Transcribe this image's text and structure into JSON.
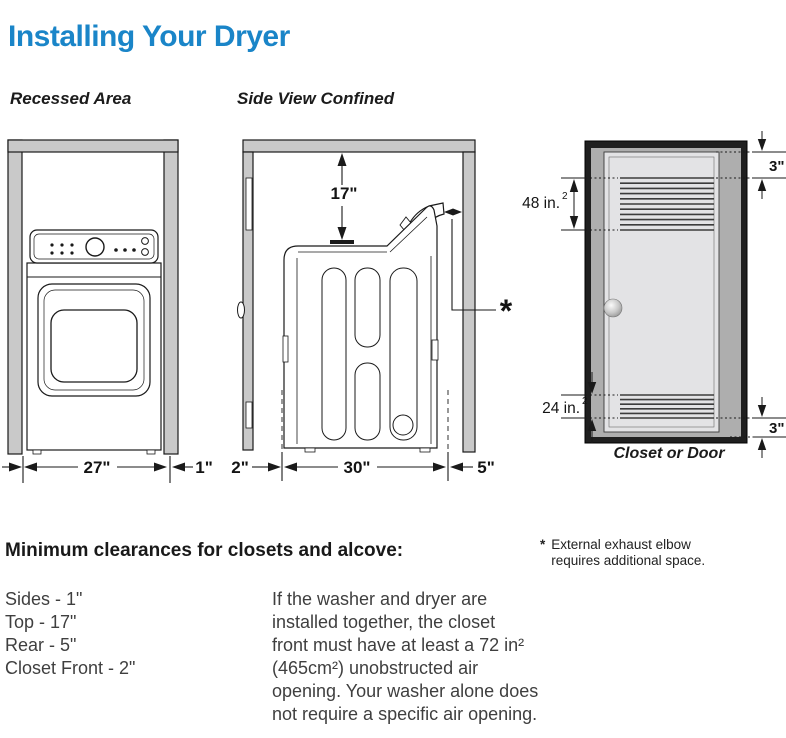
{
  "title": "Installing Your Dryer",
  "colors": {
    "accent": "#1a85c8",
    "wall_gray": "#c9c9c9",
    "door_panel": "#e3e3e5"
  },
  "sections": {
    "recessed": {
      "label": "Recessed Area",
      "dims": {
        "width": "27\"",
        "side": "1\""
      }
    },
    "side_view": {
      "label": "Side View Confined",
      "dims": {
        "top": "17\"",
        "front": "2\"",
        "depth": "30\"",
        "rear": "5\"",
        "marker": "*"
      }
    },
    "closet": {
      "caption": "Closet or Door",
      "vent_top": {
        "value": "48 in.",
        "sup": "2"
      },
      "vent_bottom": {
        "value": "24 in.",
        "sup": "2"
      },
      "dims": {
        "top_gap": "3\"",
        "bottom_gap": "3\""
      }
    }
  },
  "clearances": {
    "heading": "Minimum clearances for closets and alcove:",
    "items": [
      "Sides - 1\"",
      "Top - 17\"",
      "Rear - 5\"",
      "Closet Front - 2\""
    ],
    "note_lines": [
      "If the washer and dryer are",
      "installed together, the closet",
      "front must have at least a 72 in²",
      "(465cm²) unobstructed air",
      "opening. Your washer alone does",
      "not require a specific air opening."
    ]
  },
  "footnote": {
    "marker": "*",
    "lines": [
      "External exhaust elbow",
      "requires additional space."
    ]
  }
}
